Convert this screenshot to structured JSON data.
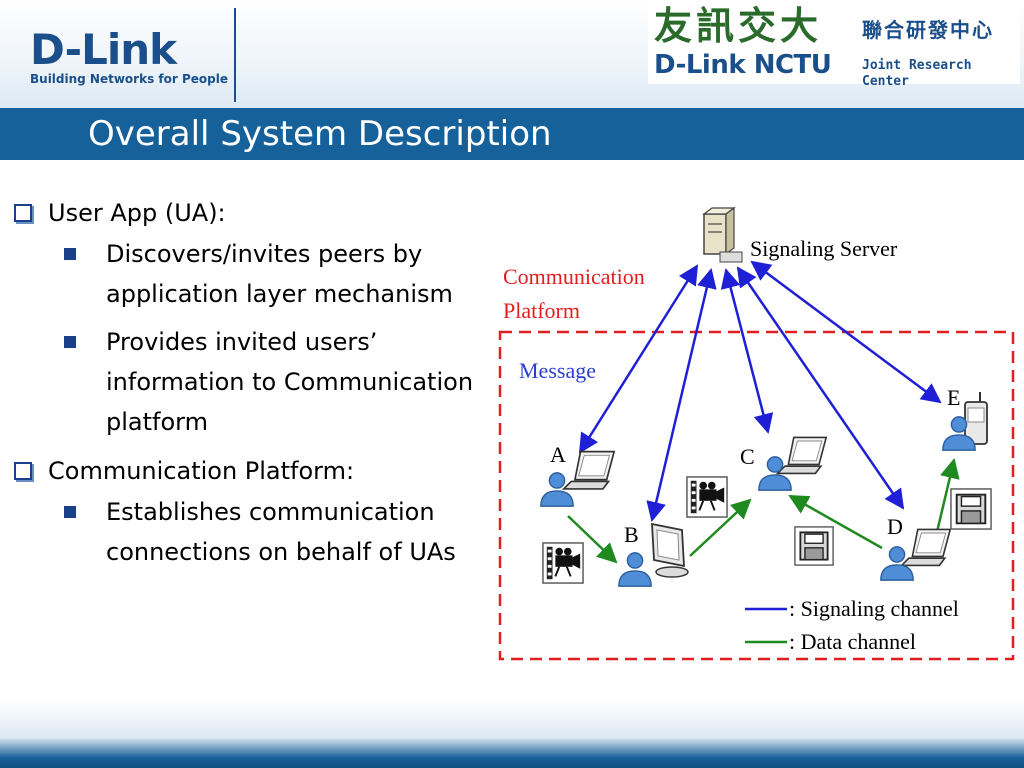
{
  "header": {
    "left_logo": {
      "brand": "D-Link",
      "tagline": "Building Networks for People"
    },
    "right_logo": {
      "chinese_main": "友訊交大",
      "chinese_sub": "聯合研發中心",
      "brand": "D-Link NCTU",
      "subtitle": "Joint Research Center"
    }
  },
  "title": "Overall System Description",
  "bullets": [
    {
      "text": "User App (UA):",
      "children": [
        "Discovers/invites peers by application layer mechanism",
        "Provides invited users’ information to Communication platform"
      ]
    },
    {
      "text": "Communication Platform:",
      "children": [
        "Establishes communication connections on behalf of UAs"
      ]
    }
  ],
  "diagram": {
    "server_label": "Signaling Server",
    "platform_label_line1": "Communication",
    "platform_label_line2": "Platform",
    "message_label": "Message",
    "nodes": [
      "A",
      "B",
      "C",
      "D",
      "E"
    ],
    "legend": {
      "signaling": ": Signaling channel",
      "data": ": Data channel"
    },
    "colors": {
      "signaling": "#1f1fd6",
      "data": "#1f8a1f",
      "platform": "#e02020",
      "message": "#2a3fd0"
    }
  }
}
